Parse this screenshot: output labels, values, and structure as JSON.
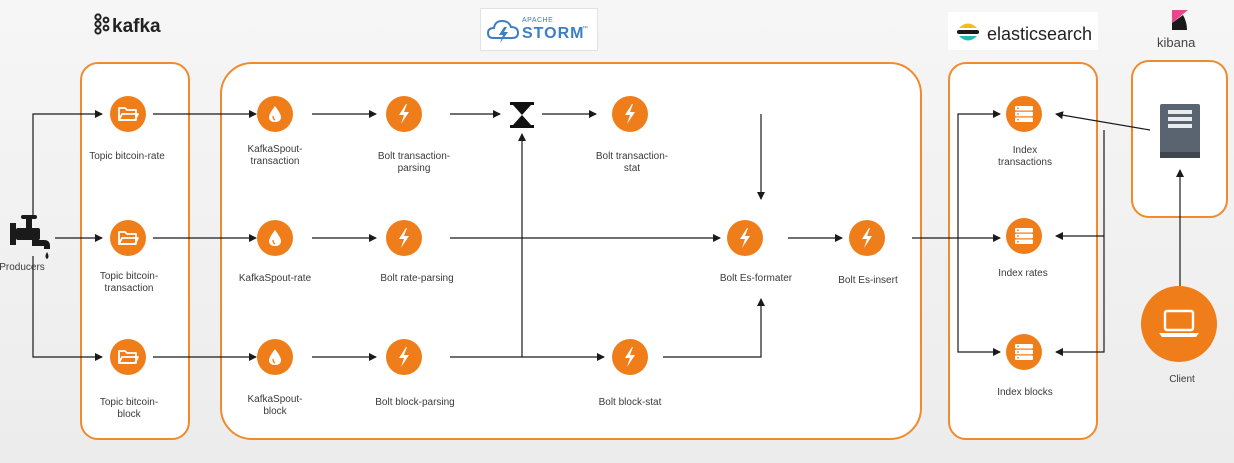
{
  "logos": {
    "kafka": "kafka",
    "storm_small": "APACHE",
    "storm_big": "STORM",
    "storm_tm": "™",
    "elasticsearch": "elasticsearch",
    "kibana": "kibana"
  },
  "colors": {
    "accent": "#ef7d1a",
    "panel_border": "#ef8b2c",
    "storm_blue": "#3e7ec4",
    "kibana_pink": "#e8478b"
  },
  "producers": {
    "label": "Producers",
    "icon": "faucet-icon"
  },
  "kafka": {
    "topics": [
      {
        "label": "Topic bitcoin-rate",
        "icon": "folder-icon"
      },
      {
        "label": "Topic bitcoin-\ntransaction",
        "icon": "folder-icon"
      },
      {
        "label": "Topic bitcoin-\nblock",
        "icon": "folder-icon"
      }
    ]
  },
  "storm": {
    "spouts": [
      {
        "label": "KafkaSpout-\ntransaction",
        "icon": "drop-icon"
      },
      {
        "label": "KafkaSpout-rate",
        "icon": "drop-icon"
      },
      {
        "label": "KafkaSpout-\nblock",
        "icon": "drop-icon"
      }
    ],
    "bolts": [
      {
        "label": "Bolt transaction-\nparsing",
        "icon": "bolt-icon"
      },
      {
        "label": "Bolt rate-parsing",
        "icon": "bolt-icon"
      },
      {
        "label": "Bolt block-parsing",
        "icon": "bolt-icon"
      },
      {
        "label": "Bolt transaction-\nstat",
        "icon": "bolt-icon"
      },
      {
        "label": "Bolt block-stat",
        "icon": "bolt-icon"
      },
      {
        "label": "Bolt Es-formater",
        "icon": "bolt-icon"
      },
      {
        "label": "Bolt Es-insert",
        "icon": "bolt-icon"
      }
    ],
    "window_icon": "hourglass-icon"
  },
  "elasticsearch": {
    "indexes": [
      {
        "label": "Index\ntransactions",
        "icon": "server-icon"
      },
      {
        "label": "Index rates",
        "icon": "server-icon"
      },
      {
        "label": "Index blocks",
        "icon": "server-icon"
      }
    ]
  },
  "kibana": {
    "server_icon": "server-tower-icon"
  },
  "client": {
    "label": "Client",
    "icon": "laptop-icon"
  }
}
